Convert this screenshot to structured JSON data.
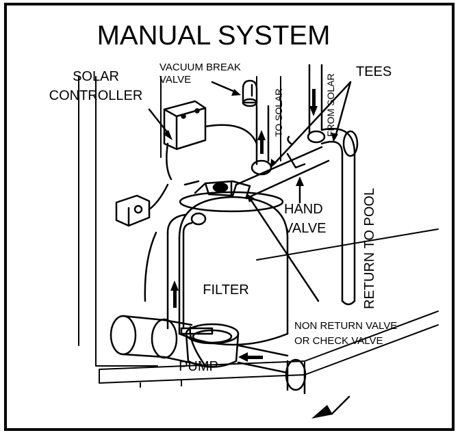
{
  "title": "MANUAL SYSTEM",
  "labels": {
    "vacuum_line1": "VACUUM BREAK",
    "vacuum_line2": "VALVE",
    "solar_controller_line1": "SOLAR",
    "solar_controller_line2": "CONTROLLER",
    "tees": "TEES",
    "to_solar": "TO SOLAR",
    "from_solar": "FROM SOLAR",
    "hand_valve_line1": "HAND",
    "hand_valve_line2": "VALVE",
    "return_to_pool": "RETURN TO POOL",
    "filter": "FILTER",
    "non_return_line1": "NON RETURN VALVE",
    "non_return_line2": "OR CHECK VALVE",
    "pump": "PUMP"
  }
}
